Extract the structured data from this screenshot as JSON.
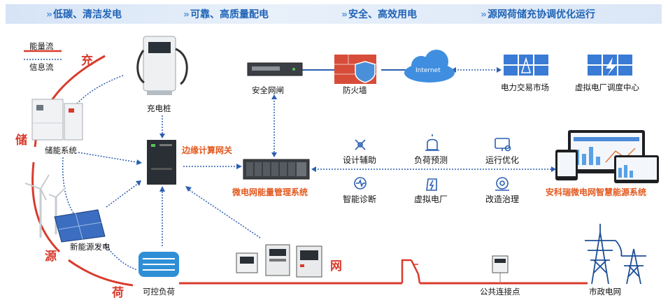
{
  "banner": [
    {
      "label": "低碳、清洁发电"
    },
    {
      "label": "可靠、高质量配电"
    },
    {
      "label": "安全、高效用电"
    },
    {
      "label": "源网荷储充协调优化运行"
    }
  ],
  "legend": {
    "energy_flow": "能量流",
    "info_flow": "信息流"
  },
  "sides": {
    "charge": "充",
    "storage": "储",
    "source": "源",
    "load": "荷",
    "grid": "网"
  },
  "devices": {
    "charger": "充电桩",
    "storage": "储能系统",
    "renewable": "新能源发电",
    "load": "可控负荷",
    "gateway": "边缘计算网关",
    "security_gateway": "安全网闸",
    "firewall": "防火墙",
    "internet": "Internet",
    "power_market": "电力交易市场",
    "vpp_center": "虚拟电厂调度中心",
    "ems": "微电网能量管理系统",
    "platform": "安科瑞微电网智慧能源系统",
    "pcc": "公共连接点",
    "utility_grid": "市政电网"
  },
  "functions": [
    {
      "label": "设计辅助",
      "icon": "design-tools-icon"
    },
    {
      "label": "负荷预测",
      "icon": "alarm-light-icon"
    },
    {
      "label": "运行优化",
      "icon": "monitor-gear-icon"
    },
    {
      "label": "智能诊断",
      "icon": "diagnosis-icon"
    },
    {
      "label": "虚拟电厂",
      "icon": "lightning-doc-icon"
    },
    {
      "label": "改造治理",
      "icon": "gear-cycle-icon"
    }
  ],
  "colors": {
    "accent": "#1f63b6",
    "energy": "#d83b2c",
    "info": "#2c5fb0",
    "orange": "#e2591f"
  }
}
